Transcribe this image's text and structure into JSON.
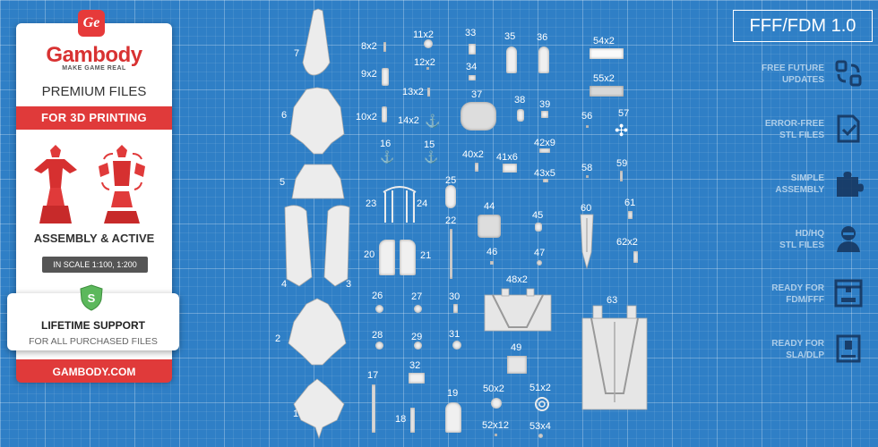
{
  "panel": {
    "logo_mark": "Ge",
    "brand": "Gambody",
    "tagline": "MAKE GAME REAL",
    "premium": "PREMIUM FILES",
    "for_printing": "FOR 3D PRINTING",
    "assembly": "ASSEMBLY & ACTIVE",
    "scale": "IN SCALE 1:100, 1:200",
    "shield_letter": "S",
    "lifetime": "LIFETIME SUPPORT",
    "all_files": "FOR ALL PURCHASED FILES",
    "site": "GAMBODY.COM"
  },
  "version": "FFF/FDM 1.0",
  "features": [
    {
      "line1": "FREE FUTURE",
      "line2": "UPDATES",
      "icon": "update-arrows-icon"
    },
    {
      "line1": "ERROR-FREE",
      "line2": "STL FILES",
      "icon": "checked-file-icon"
    },
    {
      "line1": "SIMPLE",
      "line2": "ASSEMBLY",
      "icon": "puzzle-piece-icon"
    },
    {
      "line1": "HD/HQ",
      "line2": "STL FILES",
      "icon": "bust-icon"
    },
    {
      "line1": "READY FOR",
      "line2": "FDM/FFF",
      "icon": "fdm-printer-icon"
    },
    {
      "line1": "READY FOR",
      "line2": "SLA/DLP",
      "icon": "sla-printer-icon"
    }
  ],
  "part_labels": {
    "p1": "1",
    "p2": "2",
    "p3": "3",
    "p4": "4",
    "p5": "5",
    "p6": "6",
    "p7": "7",
    "p8": "8x2",
    "p9": "9x2",
    "p10": "10x2",
    "p11": "11x2",
    "p12": "12x2",
    "p13": "13x2",
    "p14": "14x2",
    "p15": "15",
    "p16": "16",
    "p17": "17",
    "p18": "18",
    "p19": "19",
    "p20": "20",
    "p21": "21",
    "p22": "22",
    "p23": "23",
    "p24": "24",
    "p25": "25",
    "p26": "26",
    "p27": "27",
    "p28": "28",
    "p29": "29",
    "p30": "30",
    "p31": "31",
    "p32": "32",
    "p33": "33",
    "p34": "34",
    "p35": "35",
    "p36": "36",
    "p37": "37",
    "p38": "38",
    "p39": "39",
    "p40": "40x2",
    "p41": "41x6",
    "p42": "42x9",
    "p43": "43x5",
    "p44": "44",
    "p45": "45",
    "p46": "46",
    "p47": "47",
    "p48": "48x2",
    "p49": "49",
    "p50": "50x2",
    "p51": "51x2",
    "p52": "52x12",
    "p53": "53x4",
    "p54": "54x2",
    "p55": "55x2",
    "p56": "56",
    "p57": "57",
    "p58": "58",
    "p59": "59",
    "p60": "60",
    "p61": "61",
    "p62": "62x2",
    "p63": "63"
  },
  "colors": {
    "background": "#2f7fc6",
    "accent_red": "#e03a3a",
    "white": "#ffffff"
  }
}
